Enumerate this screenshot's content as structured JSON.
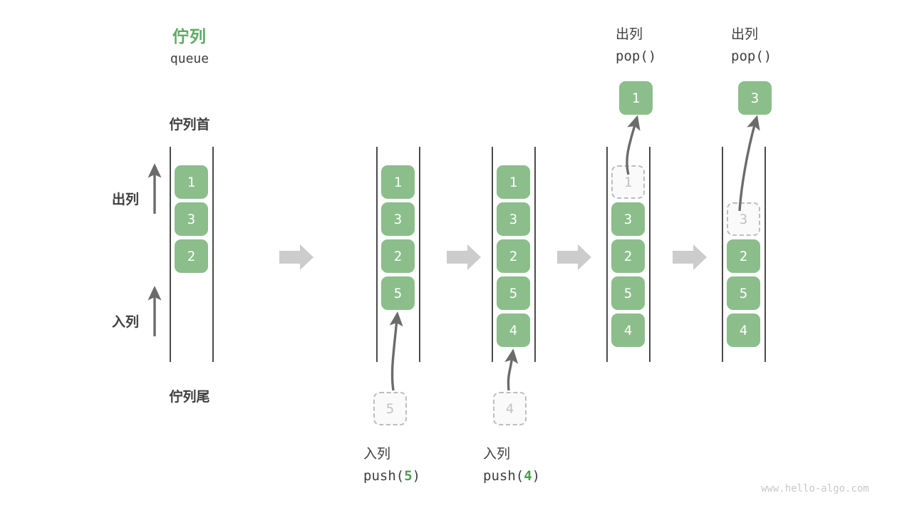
{
  "title": {
    "cn": "佇列",
    "en": "queue"
  },
  "labels": {
    "head": "佇列首",
    "tail": "佇列尾",
    "dequeue": "出列",
    "enqueue": "入列"
  },
  "watermark": "www.hello-algo.com",
  "colors": {
    "cell_fill": "#8bbe8b",
    "cell_text": "#ffffff",
    "accent_green": "#5faa64",
    "ghost_border": "#bdbdbd",
    "ghost_text": "#c2c2c2",
    "rail": "#4a4a4a",
    "arrow_gray": "#6b6b6b",
    "step_arrow": "#cccccc",
    "text": "#3f3f3f",
    "watermark": "#c9c9c9"
  },
  "steps": [
    {
      "id": "initial",
      "caption_cn": "",
      "caption_code": "",
      "cells": [
        {
          "value": "1",
          "state": "solid"
        },
        {
          "value": "3",
          "state": "solid"
        },
        {
          "value": "2",
          "state": "solid"
        }
      ]
    },
    {
      "id": "push-5",
      "caption_cn": "入列",
      "caption_code_prefix": "push(",
      "caption_code_arg": "5",
      "caption_code_suffix": ")",
      "incoming": {
        "value": "5"
      },
      "cells": [
        {
          "value": "1",
          "state": "solid"
        },
        {
          "value": "3",
          "state": "solid"
        },
        {
          "value": "2",
          "state": "solid"
        },
        {
          "value": "5",
          "state": "solid"
        }
      ]
    },
    {
      "id": "push-4",
      "caption_cn": "入列",
      "caption_code_prefix": "push(",
      "caption_code_arg": "4",
      "caption_code_suffix": ")",
      "incoming": {
        "value": "4"
      },
      "cells": [
        {
          "value": "1",
          "state": "solid"
        },
        {
          "value": "3",
          "state": "solid"
        },
        {
          "value": "2",
          "state": "solid"
        },
        {
          "value": "5",
          "state": "solid"
        },
        {
          "value": "4",
          "state": "solid"
        }
      ]
    },
    {
      "id": "pop-1",
      "caption_cn": "出列",
      "caption_code_prefix": "pop(",
      "caption_code_arg": "",
      "caption_code_suffix": ")",
      "outgoing": {
        "value": "1"
      },
      "cells": [
        {
          "value": "1",
          "state": "ghost"
        },
        {
          "value": "3",
          "state": "solid"
        },
        {
          "value": "2",
          "state": "solid"
        },
        {
          "value": "5",
          "state": "solid"
        },
        {
          "value": "4",
          "state": "solid"
        }
      ]
    },
    {
      "id": "pop-3",
      "caption_cn": "出列",
      "caption_code_prefix": "pop(",
      "caption_code_arg": "",
      "caption_code_suffix": ")",
      "outgoing": {
        "value": "3"
      },
      "cells": [
        {
          "value": "",
          "state": "empty"
        },
        {
          "value": "3",
          "state": "ghost"
        },
        {
          "value": "2",
          "state": "solid"
        },
        {
          "value": "5",
          "state": "solid"
        },
        {
          "value": "4",
          "state": "solid"
        }
      ]
    }
  ]
}
